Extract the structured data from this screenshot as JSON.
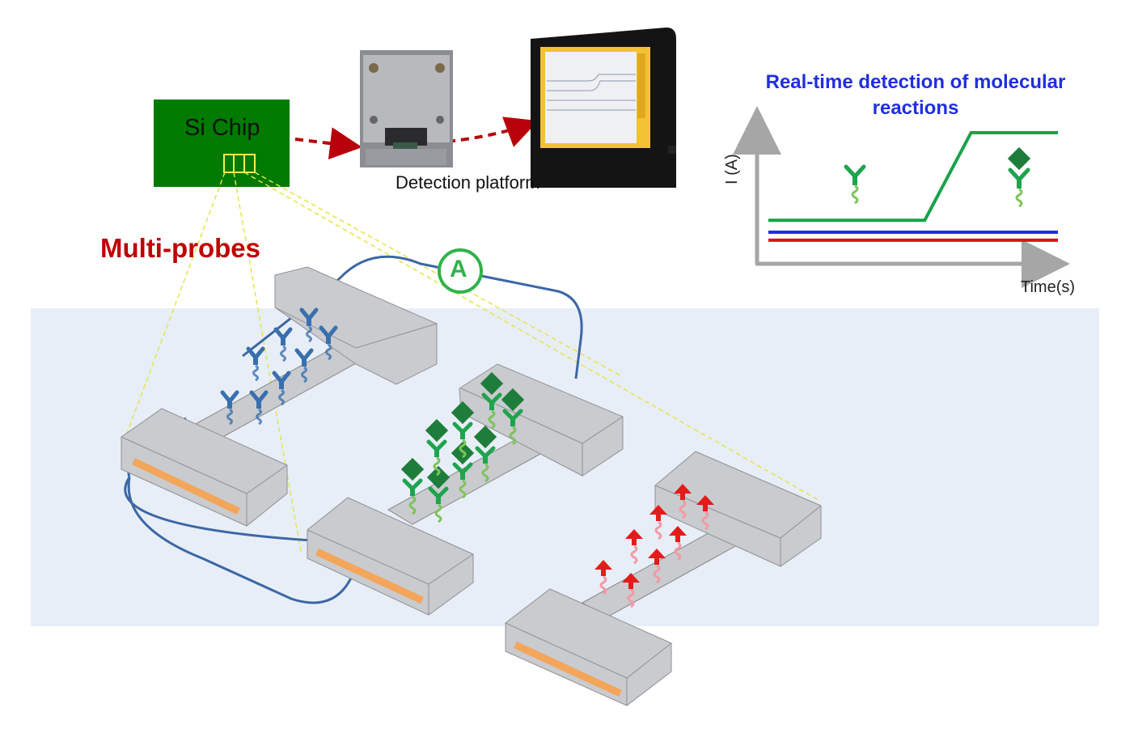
{
  "labels": {
    "chip": "Si Chip",
    "platform": "Detection platform",
    "multi_probes": "Multi-probes",
    "ammeter": "A"
  },
  "chart_data": {
    "type": "line",
    "title": "Real-time detection of molecular reactions",
    "xlabel": "Time(s)",
    "ylabel": "I (A)",
    "grid": false,
    "x_ticks": [],
    "y_ticks": [],
    "series": [
      {
        "color": "#17a34a",
        "points": [
          [
            0,
            0.12
          ],
          [
            0.54,
            0.12
          ],
          [
            0.7,
            1.0
          ],
          [
            1.0,
            1.0
          ]
        ]
      },
      {
        "color": "#1f2fe0",
        "points": [
          [
            0,
            0.0
          ],
          [
            1.0,
            0.0
          ]
        ]
      },
      {
        "color": "#e01010",
        "points": [
          [
            0,
            -0.08
          ],
          [
            1.0,
            -0.08
          ]
        ]
      }
    ]
  },
  "colors": {
    "chip": "#007a00",
    "panel_bg": "#e8eef8",
    "electrode": "#c9cbcf",
    "probe_blue": "#3a6fae",
    "probe_green": "#1fa44d",
    "target_green": "#1e7d3a",
    "probe_red": "#e41b1b",
    "wire": "#3c67a4",
    "arrow": "#b8000b"
  },
  "icons": [
    "antibody-icon",
    "antigen-icon",
    "dna-aptamer-icon",
    "ammeter-icon",
    "fixture-photo",
    "monitor-photo"
  ]
}
